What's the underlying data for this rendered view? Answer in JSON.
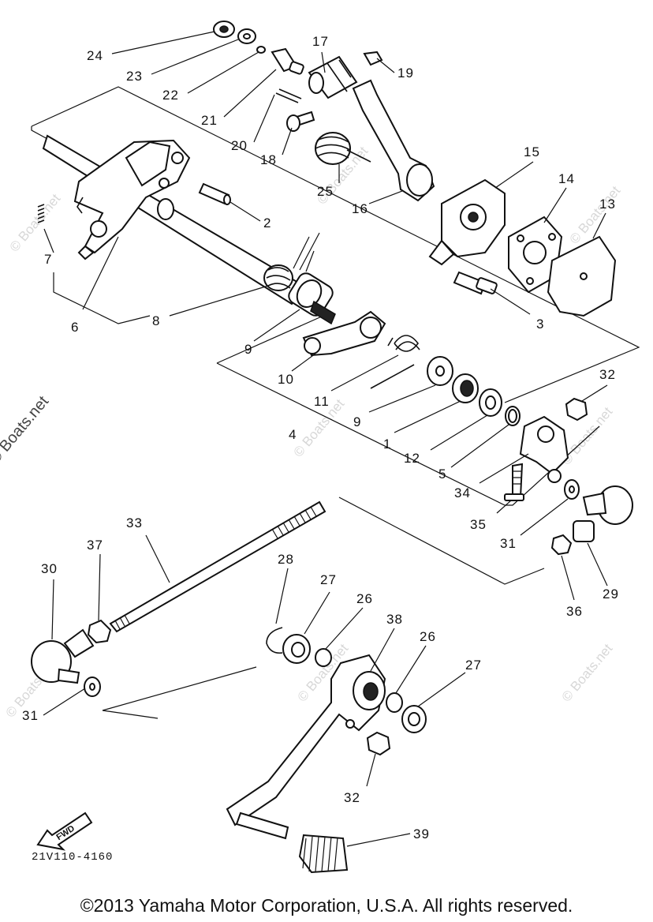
{
  "diagram": {
    "part_numbers": [
      "1",
      "2",
      "3",
      "4",
      "5",
      "6",
      "7",
      "8",
      "9",
      "10",
      "11",
      "12",
      "13",
      "14",
      "15",
      "16",
      "17",
      "18",
      "19",
      "20",
      "21",
      "22",
      "23",
      "24",
      "25",
      "26",
      "27",
      "28",
      "29",
      "30",
      "31",
      "32",
      "33",
      "34",
      "35",
      "36",
      "37",
      "38",
      "39"
    ],
    "labels": {
      "p24": "24",
      "p23": "23",
      "p22": "22",
      "p21": "21",
      "p17": "17",
      "p19": "19",
      "p20": "20",
      "p18": "18",
      "p25": "25",
      "p16": "16",
      "p15": "15",
      "p14": "14",
      "p13": "13",
      "p2": "2",
      "p7": "7",
      "p6": "6",
      "p8": "8",
      "p9a": "9",
      "p3": "3",
      "p10": "10",
      "p11": "11",
      "p9b": "9",
      "p1": "1",
      "p12": "12",
      "p5": "5",
      "p4": "4",
      "p32a": "32",
      "p34": "34",
      "p35": "35",
      "p31a": "31",
      "p29": "29",
      "p36": "36",
      "p33": "33",
      "p37": "37",
      "p30": "30",
      "p28": "28",
      "p27a": "27",
      "p26a": "26",
      "p38": "38",
      "p26b": "26",
      "p27b": "27",
      "p31b": "31",
      "p32b": "32",
      "p39": "39"
    },
    "fwd_label": "FWD",
    "diagram_code": "21V110-4160",
    "watermark": "© Boats.net"
  },
  "footer": {
    "copyright": "©2013 Yamaha Motor Corporation, U.S.A. All rights reserved."
  }
}
